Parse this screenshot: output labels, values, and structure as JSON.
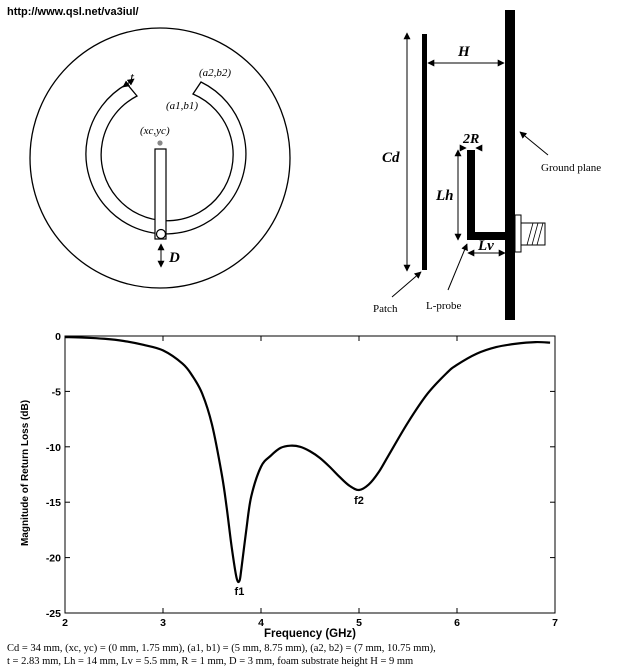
{
  "header": {
    "url": "http://www.qsl.net/va3iul/"
  },
  "patch_view": {
    "labels": {
      "a2b2": "(a2,b2)",
      "a1b1": "(a1,b1)",
      "xcyc": "(xc,yc)",
      "t": "t",
      "D": "D"
    }
  },
  "side_view": {
    "labels": {
      "H": "H",
      "Cd": "Cd",
      "two_R": "2R",
      "Lh": "Lh",
      "Lv": "Lv",
      "ground_plane": "Ground plane",
      "patch": "Patch",
      "l_probe": "L-probe"
    }
  },
  "chart_data": {
    "type": "line",
    "xlabel": "Frequency (GHz)",
    "ylabel": "Magnitude of Return Loss (dB)",
    "xlim": [
      2,
      7
    ],
    "ylim": [
      -25,
      0
    ],
    "xticks": [
      "2",
      "3",
      "4",
      "5",
      "6",
      "7"
    ],
    "yticks": [
      "0",
      "-5",
      "-10",
      "-15",
      "-20",
      "-25"
    ],
    "grid": false,
    "series": [
      {
        "x": [
          2.0,
          2.2,
          2.4,
          2.6,
          2.8,
          3.0,
          3.2,
          3.3,
          3.4,
          3.5,
          3.6,
          3.65,
          3.7,
          3.75,
          3.78,
          3.8,
          3.85,
          3.9,
          4.0,
          4.1,
          4.2,
          4.3,
          4.4,
          4.5,
          4.6,
          4.7,
          4.8,
          4.9,
          5.0,
          5.1,
          5.2,
          5.3,
          5.5,
          5.7,
          5.9,
          6.0,
          6.2,
          6.4,
          6.6,
          6.8,
          6.95
        ],
        "y": [
          -0.1,
          -0.15,
          -0.25,
          -0.45,
          -0.8,
          -1.3,
          -2.5,
          -3.6,
          -5.2,
          -8.0,
          -12.5,
          -15.5,
          -19.0,
          -21.8,
          -22.1,
          -21.0,
          -17.5,
          -14.5,
          -11.8,
          -10.8,
          -10.1,
          -9.9,
          -10.0,
          -10.4,
          -11.0,
          -11.8,
          -12.7,
          -13.5,
          -13.9,
          -13.4,
          -12.3,
          -10.8,
          -7.8,
          -5.2,
          -3.3,
          -2.6,
          -1.6,
          -1.0,
          -0.7,
          -0.55,
          -0.6
        ]
      }
    ],
    "annotations": [
      {
        "text": "f1",
        "x": 3.78,
        "y": -22.1
      },
      {
        "text": "f2",
        "x": 5.0,
        "y": -13.9
      }
    ]
  },
  "caption": {
    "line1": "Cd = 34 mm, (xc, yc) = (0 mm, 1.75 mm), (a1, b1) = (5 mm, 8.75 mm), (a2, b2) = (7 mm, 10.75 mm),",
    "line2": "t = 2.83 mm, Lh = 14 mm, Lv = 5.5 mm, R = 1 mm, D = 3 mm, foam substrate height H = 9 mm"
  }
}
